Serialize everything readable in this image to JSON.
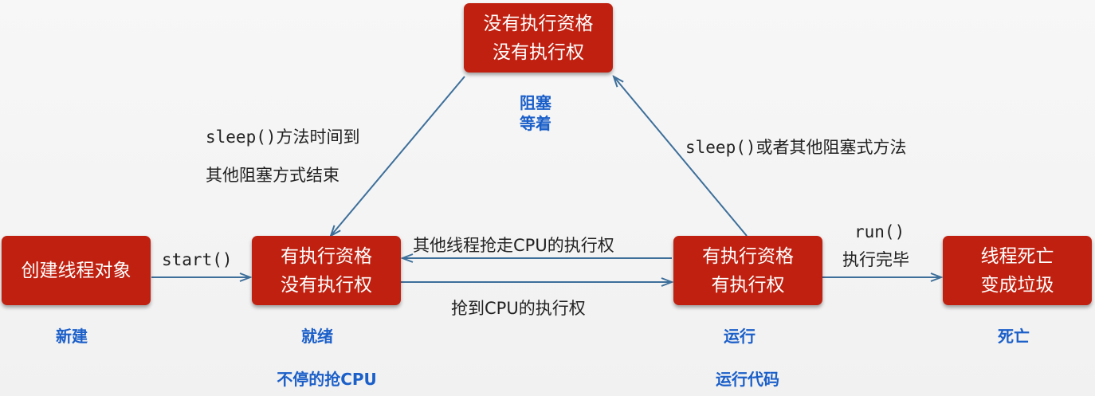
{
  "states": {
    "new_box": {
      "line1": "创建线程对象"
    },
    "ready_box": {
      "line1": "有执行资格",
      "line2": "没有执行权"
    },
    "running_box": {
      "line1": "有执行资格",
      "line2": "有执行权"
    },
    "blocked_box": {
      "line1": "没有执行资格",
      "line2": "没有执行权"
    },
    "dead_box": {
      "line1": "线程死亡",
      "line2": "变成垃圾"
    }
  },
  "labels": {
    "new": "新建",
    "ready": "就绪",
    "ready_note": "不停的抢CPU",
    "running": "运行",
    "running_note": "运行代码",
    "blocked_line1": "阻塞",
    "blocked_line2": "等着",
    "dead": "死亡"
  },
  "edges": {
    "start": "start()",
    "preempted": "其他线程抢走CPU的执行权",
    "get_cpu": "抢到CPU的执行权",
    "sleep_end_line1": "sleep()方法时间到",
    "sleep_end_line2": "其他阻塞方式结束",
    "to_blocked": "sleep()或者其他阻塞式方法",
    "run_line1": "run()",
    "run_line2": "执行完毕"
  },
  "colors": {
    "box": "#c0200f",
    "box_text": "#ffffff",
    "state_label": "#1b5fc9",
    "arrow": "#3d6f9a",
    "edge_text": "#222222"
  }
}
